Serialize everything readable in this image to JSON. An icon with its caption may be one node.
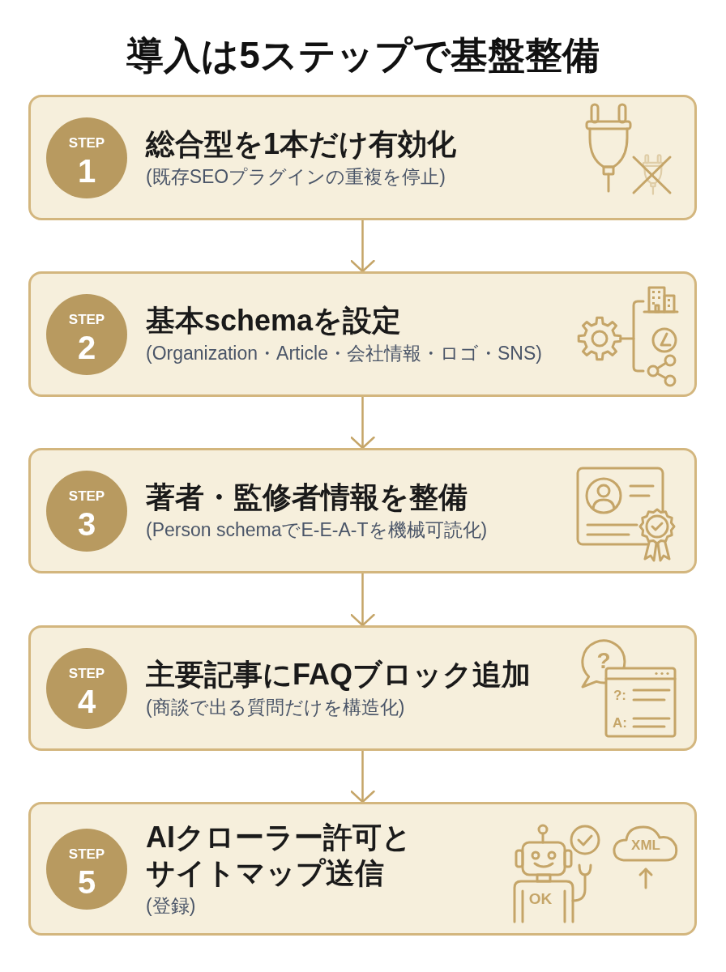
{
  "diagram": {
    "title": "導入は5ステップで基盤整備",
    "nodes": [
      {
        "text": [
          "総合型を1本だけ有効化",
          "(既存SEOプラグインの重複を停止)"
        ]
      },
      {
        "text": [
          "STEP",
          "1"
        ],
        "in": 0
      },
      {
        "text": [
          "基本schemaを設定",
          "(Organization・Article・会社情報・ロゴ・SNS)"
        ]
      },
      {
        "text": [
          "STEP",
          "2"
        ],
        "in": 2
      },
      {
        "text": [
          "著者・監修者情報を整備",
          "(Person schemaでE-E-A-Tを機械可読化)"
        ]
      },
      {
        "text": [
          "STEP",
          "3"
        ],
        "in": 4
      },
      {
        "text": [
          "主要記事にFAQブロック追加",
          "(商談で出る質問だけを構造化)"
        ]
      },
      {
        "text": [
          "STEP",
          "4"
        ],
        "in": 6
      },
      {
        "text": [
          "AIクローラー許可とサイトマップ送信",
          "(登録)"
        ]
      },
      {
        "text": [
          "STEP",
          "5"
        ],
        "in": 8
      }
    ],
    "edges": [
      {
        "from": 0,
        "to": 2,
        "arrow": "to"
      },
      {
        "from": 2,
        "to": 4,
        "arrow": "to"
      },
      {
        "from": 4,
        "to": 6,
        "arrow": "to"
      },
      {
        "from": 6,
        "to": 8,
        "arrow": "to"
      }
    ],
    "labels": [
      "?",
      "?:",
      "A:",
      "XML",
      "OK"
    ]
  }
}
